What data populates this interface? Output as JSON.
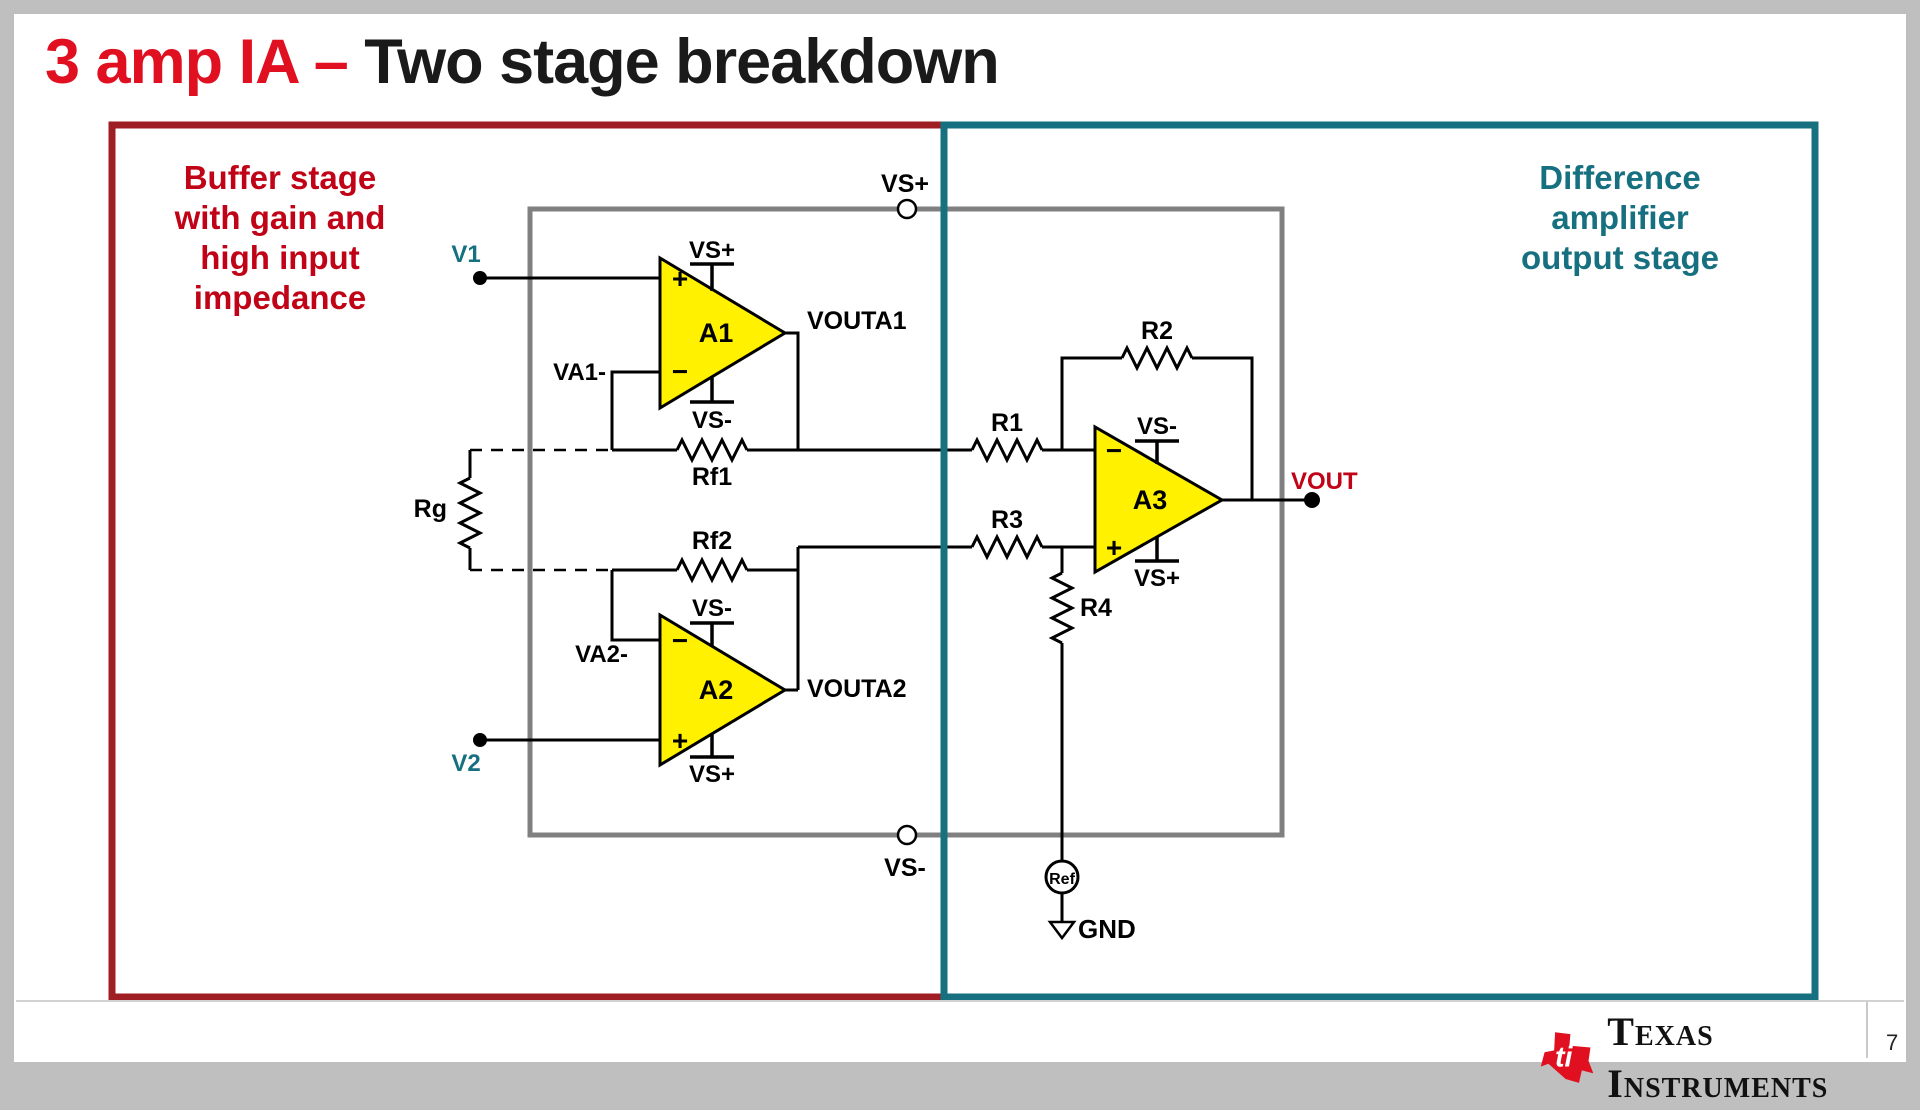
{
  "slide": {
    "title": {
      "accent": "3 amp IA – ",
      "rest": "Two stage breakdown"
    },
    "page_number": "7"
  },
  "stages": {
    "buffer": {
      "label_lines": [
        "Buffer stage",
        "with gain and",
        "high input",
        "impedance"
      ],
      "border_color": "#9E1E24",
      "text_color": "#C00316"
    },
    "difference": {
      "label_lines": [
        "Difference",
        "amplifier",
        "output stage"
      ],
      "border_color": "#17707F",
      "text_color": "#17707F"
    }
  },
  "circuit": {
    "opamps": [
      {
        "name": "A1"
      },
      {
        "name": "A2"
      },
      {
        "name": "A3"
      }
    ],
    "resistors": [
      "Rg",
      "Rf1",
      "Rf2",
      "R1",
      "R2",
      "R3",
      "R4"
    ],
    "labels": {
      "v1": "V1",
      "v2": "V2",
      "va1": "VA1-",
      "va2": "VA2-",
      "vouta1": "VOUTA1",
      "vouta2": "VOUTA2",
      "vout": "VOUT",
      "vs_plus": "VS+",
      "vs_minus": "VS-",
      "ref": "Ref",
      "gnd": "GND",
      "plus": "+",
      "minus": "−"
    },
    "colors": {
      "opamp_fill": "#FFF100",
      "wire": "#000000",
      "inner_box": "#808080",
      "input_label": "#17707F",
      "vout_label": "#C00316"
    }
  },
  "footer": {
    "brand": "Texas Instruments"
  }
}
